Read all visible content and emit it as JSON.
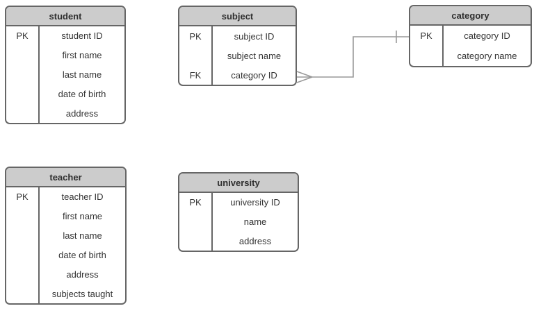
{
  "diagram": {
    "type": "entity-relationship-diagram",
    "colors": {
      "header_fill": "#cccccc",
      "body_fill": "#ffffff",
      "entity_border": "#666666",
      "connector_line": "#999999",
      "text": "#333333"
    },
    "entities": [
      {
        "title": "student",
        "rows": [
          {
            "key": "PK",
            "label": "student ID"
          },
          {
            "key": "",
            "label": "first name"
          },
          {
            "key": "",
            "label": "last name"
          },
          {
            "key": "",
            "label": "date of birth"
          },
          {
            "key": "",
            "label": "address"
          }
        ]
      },
      {
        "title": "subject",
        "rows": [
          {
            "key": "PK",
            "label": "subject ID"
          },
          {
            "key": "",
            "label": "subject name"
          },
          {
            "key": "FK",
            "label": "category ID"
          }
        ]
      },
      {
        "title": "category",
        "rows": [
          {
            "key": "PK",
            "label": "category ID"
          },
          {
            "key": "",
            "label": "category name"
          }
        ]
      },
      {
        "title": "teacher",
        "rows": [
          {
            "key": "PK",
            "label": "teacher ID"
          },
          {
            "key": "",
            "label": "first name"
          },
          {
            "key": "",
            "label": "last name"
          },
          {
            "key": "",
            "label": "date of birth"
          },
          {
            "key": "",
            "label": "address"
          },
          {
            "key": "",
            "label": "subjects taught"
          }
        ]
      },
      {
        "title": "university",
        "rows": [
          {
            "key": "PK",
            "label": "university ID"
          },
          {
            "key": "",
            "label": "name"
          },
          {
            "key": "",
            "label": "address"
          }
        ]
      }
    ],
    "relationships": [
      {
        "from_entity": "subject",
        "from_attribute": "category ID",
        "from_cardinality": "many (crow's foot)",
        "to_entity": "category",
        "to_attribute": "category ID",
        "to_cardinality": "one (tick)"
      }
    ]
  }
}
